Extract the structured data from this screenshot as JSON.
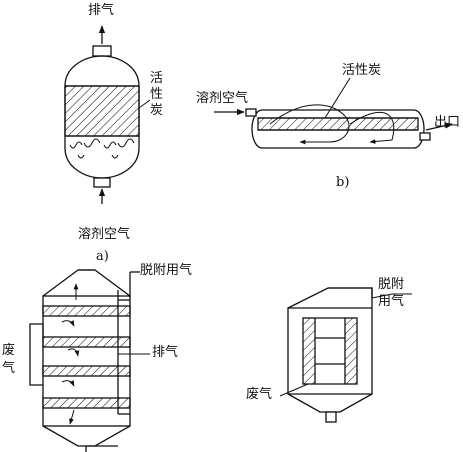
{
  "diagram_a": {
    "exhaust_label": "排气",
    "carbon_label_chars": [
      "活",
      "性",
      "炭"
    ],
    "inlet_label": "溶剂空气",
    "caption": "a)"
  },
  "diagram_b": {
    "inlet_label": "溶剂空气",
    "carbon_label": "活性炭",
    "outlet_label": "出口",
    "caption": "b)"
  },
  "diagram_c": {
    "desorb_gas_label": "脱附用气",
    "waste_gas_label_chars": [
      "废",
      "气"
    ],
    "exhaust_label": "排气"
  },
  "diagram_d": {
    "desorb_gas_label_lines": [
      "脱附",
      "用气"
    ],
    "waste_gas_label": "废气"
  },
  "style": {
    "stroke_color": "#111111",
    "background": "#ffffff"
  }
}
